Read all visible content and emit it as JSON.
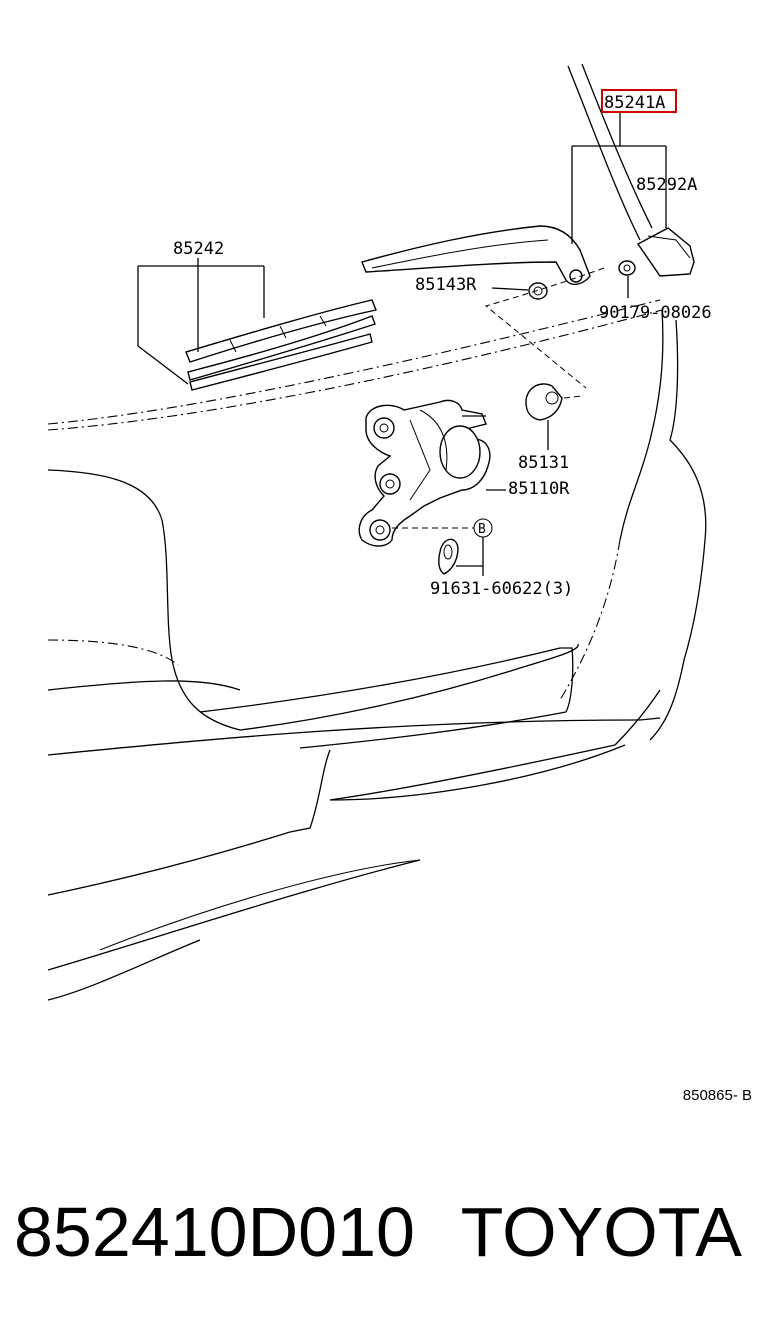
{
  "labels": {
    "p85241A": "85241A",
    "p85292A": "85292A",
    "p85242": "85242",
    "p85143R": "85143R",
    "p90179": "90179-08026",
    "p85131": "85131",
    "p85110R": "85110R",
    "pB": "B",
    "p91631": "91631-60622(3)"
  },
  "diagram_ref": "850865- B",
  "footer": {
    "part_number": "852410D010",
    "brand": "TOYOTA"
  },
  "highlight_color": "#d00000"
}
